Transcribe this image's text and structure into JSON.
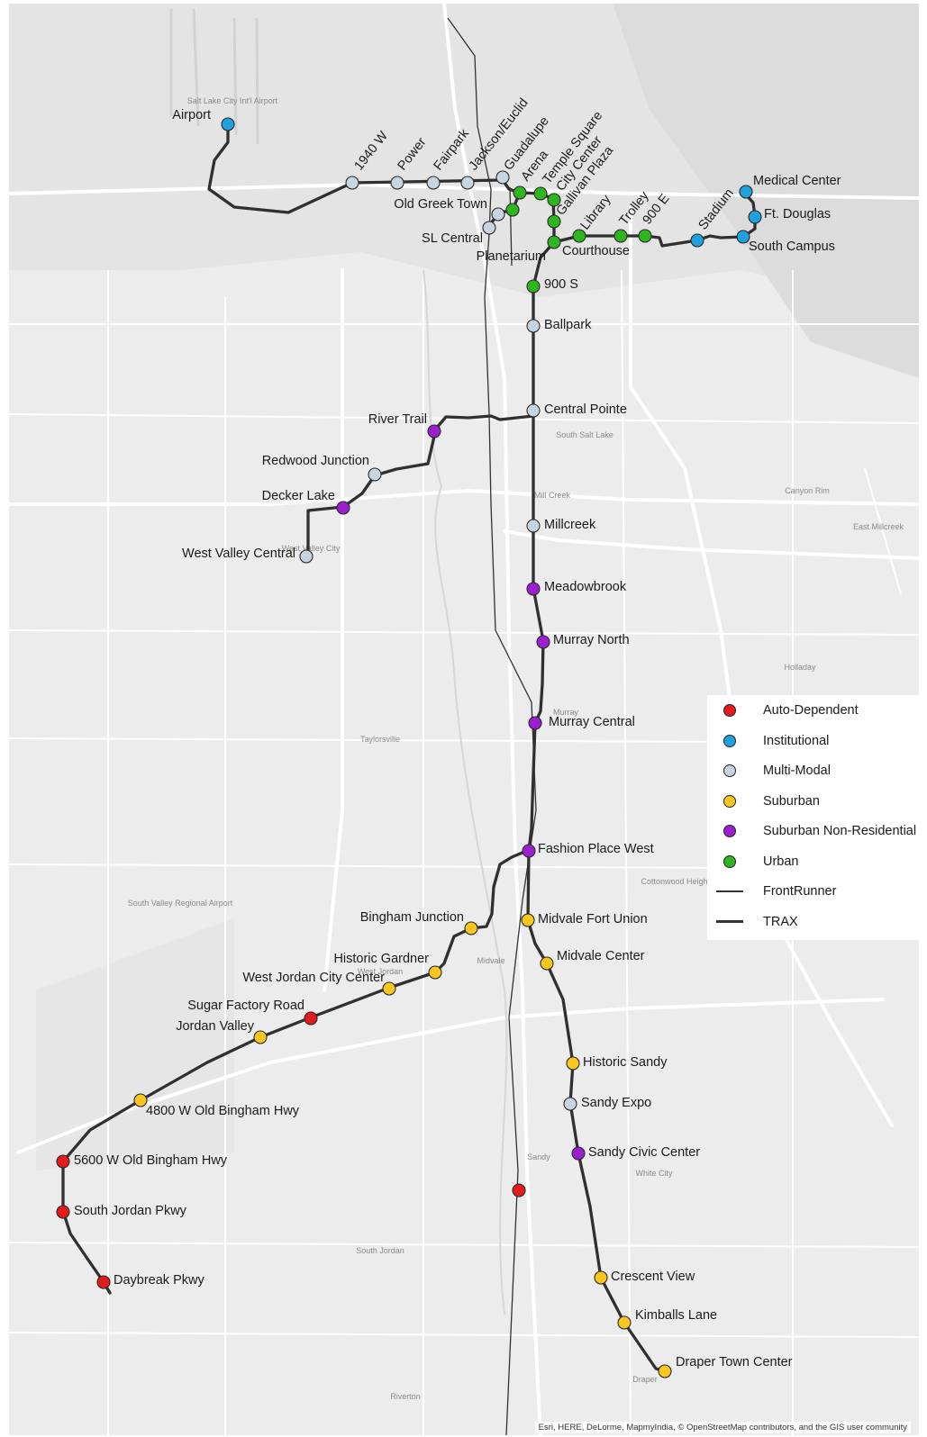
{
  "colors": {
    "Auto-Dependent": "#e41a1c",
    "Institutional": "#1fa1e0",
    "Multi-Modal": "#c8d4e0",
    "Suburban": "#f9c51f",
    "Suburban Non-Residential": "#9b1fd1",
    "Urban": "#2db61e"
  },
  "legend": [
    {
      "label": "Auto-Dependent",
      "kind": "dot",
      "category": "Auto-Dependent"
    },
    {
      "label": "Institutional",
      "kind": "dot",
      "category": "Institutional"
    },
    {
      "label": "Multi-Modal",
      "kind": "dot",
      "category": "Multi-Modal"
    },
    {
      "label": "Suburban",
      "kind": "dot",
      "category": "Suburban"
    },
    {
      "label": "Suburban Non-Residential",
      "kind": "dot",
      "category": "Suburban Non-Residential"
    },
    {
      "label": "Urban",
      "kind": "dot",
      "category": "Urban"
    },
    {
      "label": "FrontRunner",
      "kind": "thin-line"
    },
    {
      "label": "TRAX",
      "kind": "thick-line"
    }
  ],
  "stations": [
    {
      "name": "Airport",
      "category": "Institutional"
    },
    {
      "name": "1940 W",
      "category": "Multi-Modal"
    },
    {
      "name": "Power",
      "category": "Multi-Modal"
    },
    {
      "name": "Fairpark",
      "category": "Multi-Modal"
    },
    {
      "name": "Jackson/Euclid",
      "category": "Multi-Modal"
    },
    {
      "name": "Guadalupe",
      "category": "Multi-Modal"
    },
    {
      "name": "Old Greek Town",
      "category": "Multi-Modal"
    },
    {
      "name": "SL Central",
      "category": "Multi-Modal"
    },
    {
      "name": "Arena",
      "category": "Urban"
    },
    {
      "name": "Planetarium",
      "category": "Urban"
    },
    {
      "name": "Temple Square",
      "category": "Urban"
    },
    {
      "name": "City Center",
      "category": "Urban"
    },
    {
      "name": "Gallivan Plaza",
      "category": "Urban"
    },
    {
      "name": "Courthouse",
      "category": "Urban"
    },
    {
      "name": "Library",
      "category": "Urban"
    },
    {
      "name": "Trolley",
      "category": "Urban"
    },
    {
      "name": "900 E",
      "category": "Urban"
    },
    {
      "name": "Stadium",
      "category": "Institutional"
    },
    {
      "name": "South Campus",
      "category": "Institutional"
    },
    {
      "name": "Ft. Douglas",
      "category": "Institutional"
    },
    {
      "name": "Medical Center",
      "category": "Institutional"
    },
    {
      "name": "900 S",
      "category": "Urban"
    },
    {
      "name": "Ballpark",
      "category": "Multi-Modal"
    },
    {
      "name": "Central Pointe",
      "category": "Multi-Modal"
    },
    {
      "name": "River Trail",
      "category": "Suburban Non-Residential"
    },
    {
      "name": "Redwood Junction",
      "category": "Multi-Modal"
    },
    {
      "name": "Decker Lake",
      "category": "Suburban Non-Residential"
    },
    {
      "name": "West Valley Central",
      "category": "Multi-Modal"
    },
    {
      "name": "Millcreek",
      "category": "Multi-Modal"
    },
    {
      "name": "Meadowbrook",
      "category": "Suburban Non-Residential"
    },
    {
      "name": "Murray North",
      "category": "Suburban Non-Residential"
    },
    {
      "name": "Murray Central",
      "category": "Suburban Non-Residential"
    },
    {
      "name": "Fashion Place West",
      "category": "Suburban Non-Residential"
    },
    {
      "name": "Midvale Fort Union",
      "category": "Suburban"
    },
    {
      "name": "Midvale Center",
      "category": "Suburban"
    },
    {
      "name": "Bingham Junction",
      "category": "Suburban"
    },
    {
      "name": "Historic Gardner",
      "category": "Suburban"
    },
    {
      "name": "West Jordan City Center",
      "category": "Suburban"
    },
    {
      "name": "Sugar Factory Road",
      "category": "Auto-Dependent"
    },
    {
      "name": "Jordan Valley",
      "category": "Suburban"
    },
    {
      "name": "4800 W Old Bingham Hwy",
      "category": "Suburban"
    },
    {
      "name": "5600 W Old Bingham Hwy",
      "category": "Auto-Dependent"
    },
    {
      "name": "South Jordan Pkwy",
      "category": "Auto-Dependent"
    },
    {
      "name": "Daybreak Pkwy",
      "category": "Auto-Dependent"
    },
    {
      "name": "Historic Sandy",
      "category": "Suburban"
    },
    {
      "name": "Sandy Expo",
      "category": "Multi-Modal"
    },
    {
      "name": "Sandy Civic Center",
      "category": "Suburban Non-Residential"
    },
    {
      "name": "Crescent View",
      "category": "Suburban"
    },
    {
      "name": "Kimballs Lane",
      "category": "Suburban"
    },
    {
      "name": "Draper Town Center",
      "category": "Suburban"
    },
    {
      "name": "",
      "category": "Auto-Dependent"
    }
  ],
  "place_names": [
    "Salt Lake City Int'l Airport",
    "South Salt Lake",
    "Mill Creek",
    "Canyon Rim",
    "East Millcreek",
    "West Valley City",
    "Holladay",
    "Murray",
    "Taylorsville",
    "Cottonwood Heights",
    "South Valley Regional Airport",
    "West Jordan",
    "Midvale",
    "Sandy",
    "White City",
    "South Jordan",
    "Draper",
    "Riverton"
  ],
  "attribution": "Esri, HERE, DeLorme, MapmyIndia, © OpenStreetMap contributors, and the GIS user community"
}
